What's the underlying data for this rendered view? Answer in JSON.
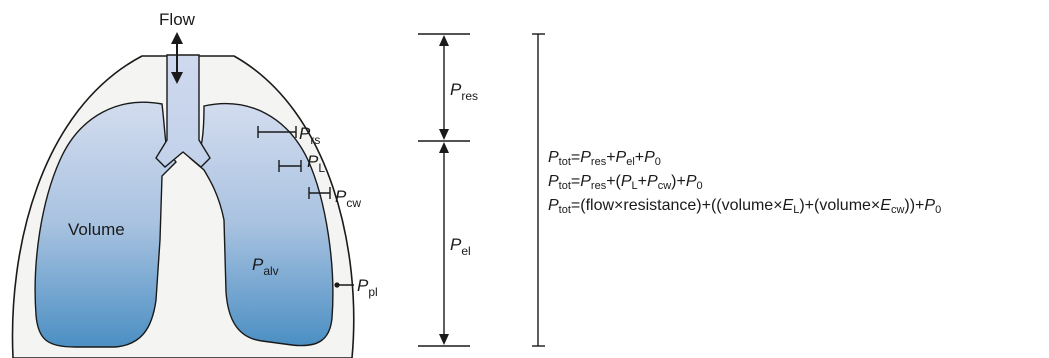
{
  "diagram": {
    "flow_label": "Flow",
    "volume_label": "Volume",
    "p_alv": {
      "sym": "P",
      "sub": "alv"
    },
    "p_rs": {
      "sym": "P",
      "sub": "rs"
    },
    "p_l": {
      "sym": "P",
      "sub": "L"
    },
    "p_cw": {
      "sym": "P",
      "sub": "cw"
    },
    "p_pl": {
      "sym": "P",
      "sub": "pl"
    },
    "p_res": {
      "sym": "P",
      "sub": "res"
    },
    "p_el": {
      "sym": "P",
      "sub": "el"
    }
  },
  "equations": {
    "line1": {
      "p": "P",
      "tot": "tot",
      "eq": "=",
      "pres_p": "P",
      "pres_s": "res",
      "plus1": "+",
      "pel_p": "P",
      "pel_s": "el",
      "plus2": "+",
      "p0_p": "P",
      "p0_s": "0"
    },
    "line2": {
      "p": "P",
      "tot": "tot",
      "eq": "=",
      "pres_p": "P",
      "pres_s": "res",
      "plus1": "+(",
      "pl_p": "P",
      "pl_s": "L",
      "plus2": "+",
      "pcw_p": "P",
      "pcw_s": "cw",
      "close": ")+",
      "p0_p": "P",
      "p0_s": "0"
    },
    "line3": {
      "p": "P",
      "tot": "tot",
      "eq": "=",
      "t1": "(flow×resistance)+((volume×",
      "el_e": "E",
      "el_s": "L",
      "t2": ")+(volume×",
      "ecw_e": "E",
      "ecw_s": "cw",
      "t3": "))+",
      "p0_p": "P",
      "p0_s": "0"
    }
  },
  "colors": {
    "lung_top": "#d3dcef",
    "lung_bottom": "#4b8fc3",
    "chest_fill": "#f4f4f2",
    "stroke": "#1a1a1a"
  }
}
